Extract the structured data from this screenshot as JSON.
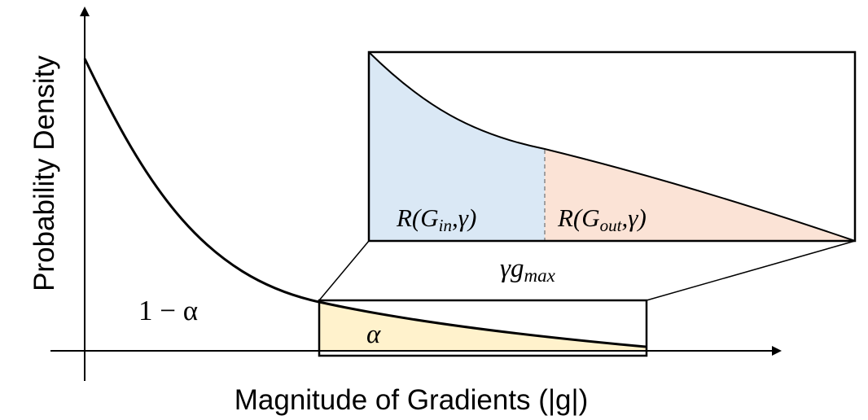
{
  "axes": {
    "ylabel": "Probability Density",
    "xlabel": "Magnitude of Gradients (|g|)"
  },
  "annotations": {
    "one_minus_alpha": "1 − α",
    "alpha": "α",
    "gamma_gmax": "γg",
    "gamma_gmax_sub": "max",
    "r_in": {
      "prefix": "R(G",
      "sub": "in",
      "suffix": ",γ)"
    },
    "r_out": {
      "prefix": "R(G",
      "sub": "out",
      "suffix": ",γ)"
    }
  },
  "colors": {
    "alpha_fill": "#fff2cc",
    "in_fill": "#dae8f5",
    "out_fill": "#fbe3d6",
    "line": "#000000",
    "divider": "#888888"
  }
}
